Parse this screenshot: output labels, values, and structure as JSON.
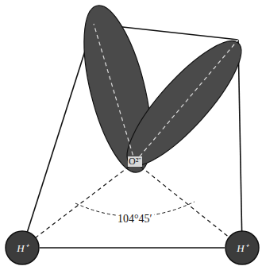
{
  "diagram": {
    "nodes": [
      {
        "text": [
          "H⁺"
        ]
      },
      {
        "text": [
          "H⁺"
        ]
      }
    ],
    "edges": [
      {
        "from": 0,
        "to": 1,
        "arrow": "none"
      }
    ],
    "labels": [
      "O²⁻",
      "104°45′"
    ]
  }
}
